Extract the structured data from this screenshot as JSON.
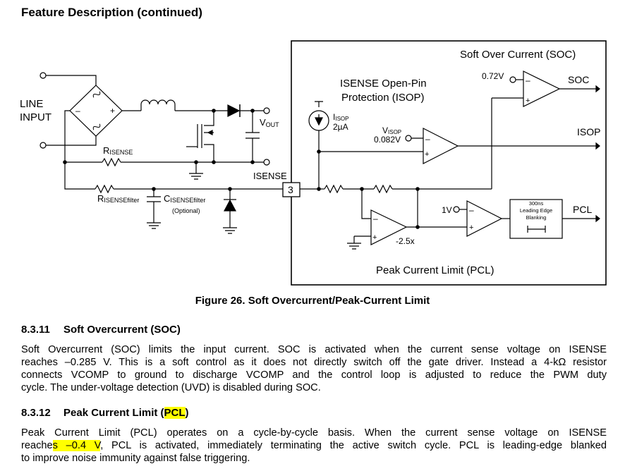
{
  "page": {
    "heading": "Feature Description (continued)"
  },
  "figure": {
    "caption": "Figure 26.  Soft Overcurrent/Peak-Current Limit",
    "external": {
      "line_input_1": "LINE",
      "line_input_2": "INPUT",
      "bridge_minus": "–",
      "bridge_plus": "+",
      "vout_main": "V",
      "vout_sub": "OUT",
      "risense_main": "R",
      "risense_sub": "ISENSE",
      "risensefilter_main": "R",
      "risensefilter_sub": "ISENSEfilter",
      "cisensefilter_main": "C",
      "cisensefilter_sub": "ISENSEfilter",
      "optional": "(Optional)",
      "isense_pin_label": "ISENSE",
      "pin_number": "3"
    },
    "internal": {
      "soc_title": "Soft Over Current (SOC)",
      "isop_title_1": "ISENSE Open-Pin",
      "isop_title_2": "Protection (ISOP)",
      "pcl_title": "Peak Current Limit (PCL)",
      "soc_ref": "0.72V",
      "soc_output": "SOC",
      "isop_current_main": "I",
      "isop_current_sub": "ISOP",
      "isop_current_value": "2µA",
      "visop_main": "V",
      "visop_sub": "ISOP",
      "visop_value": "0.082V",
      "isop_output": "ISOP",
      "pcl_ref": "1V",
      "amp_gain": "-2.5x",
      "leb_1": "300ns",
      "leb_2": "Leading Edge",
      "leb_3": "Blanking",
      "pcl_output": "PCL",
      "minus": "–",
      "plus": "+"
    }
  },
  "sections": [
    {
      "number": "8.3.11",
      "title": "Soft Overcurrent (SOC)",
      "lines": [
        "Soft Overcurrent (SOC) limits the input current. SOC is activated when the current sense voltage on ISENSE",
        "reaches –0.285 V. This is a soft control as it does not directly switch off the gate driver. Instead a 4-kΩ resistor",
        "connects VCOMP to ground to discharge VCOMP and the control loop is adjusted to reduce the PWM duty",
        "cycle. The under-voltage detection (UVD) is disabled during SOC."
      ]
    },
    {
      "number": "8.3.12",
      "title_pre": "Peak Current Limit (",
      "title_hl": "PCL",
      "title_post": ")",
      "line1": "Peak Current Limit (PCL) operates on a cycle-by-cycle basis. When the current sense voltage on ISENSE",
      "line2_pre": "reache",
      "line2_hl": "s –0.4 V",
      "line2_post": ", PCL is activated, immediately terminating the active switch cycle. PCL is leading-edge blanked",
      "line3": "to improve noise immunity against false triggering."
    }
  ]
}
